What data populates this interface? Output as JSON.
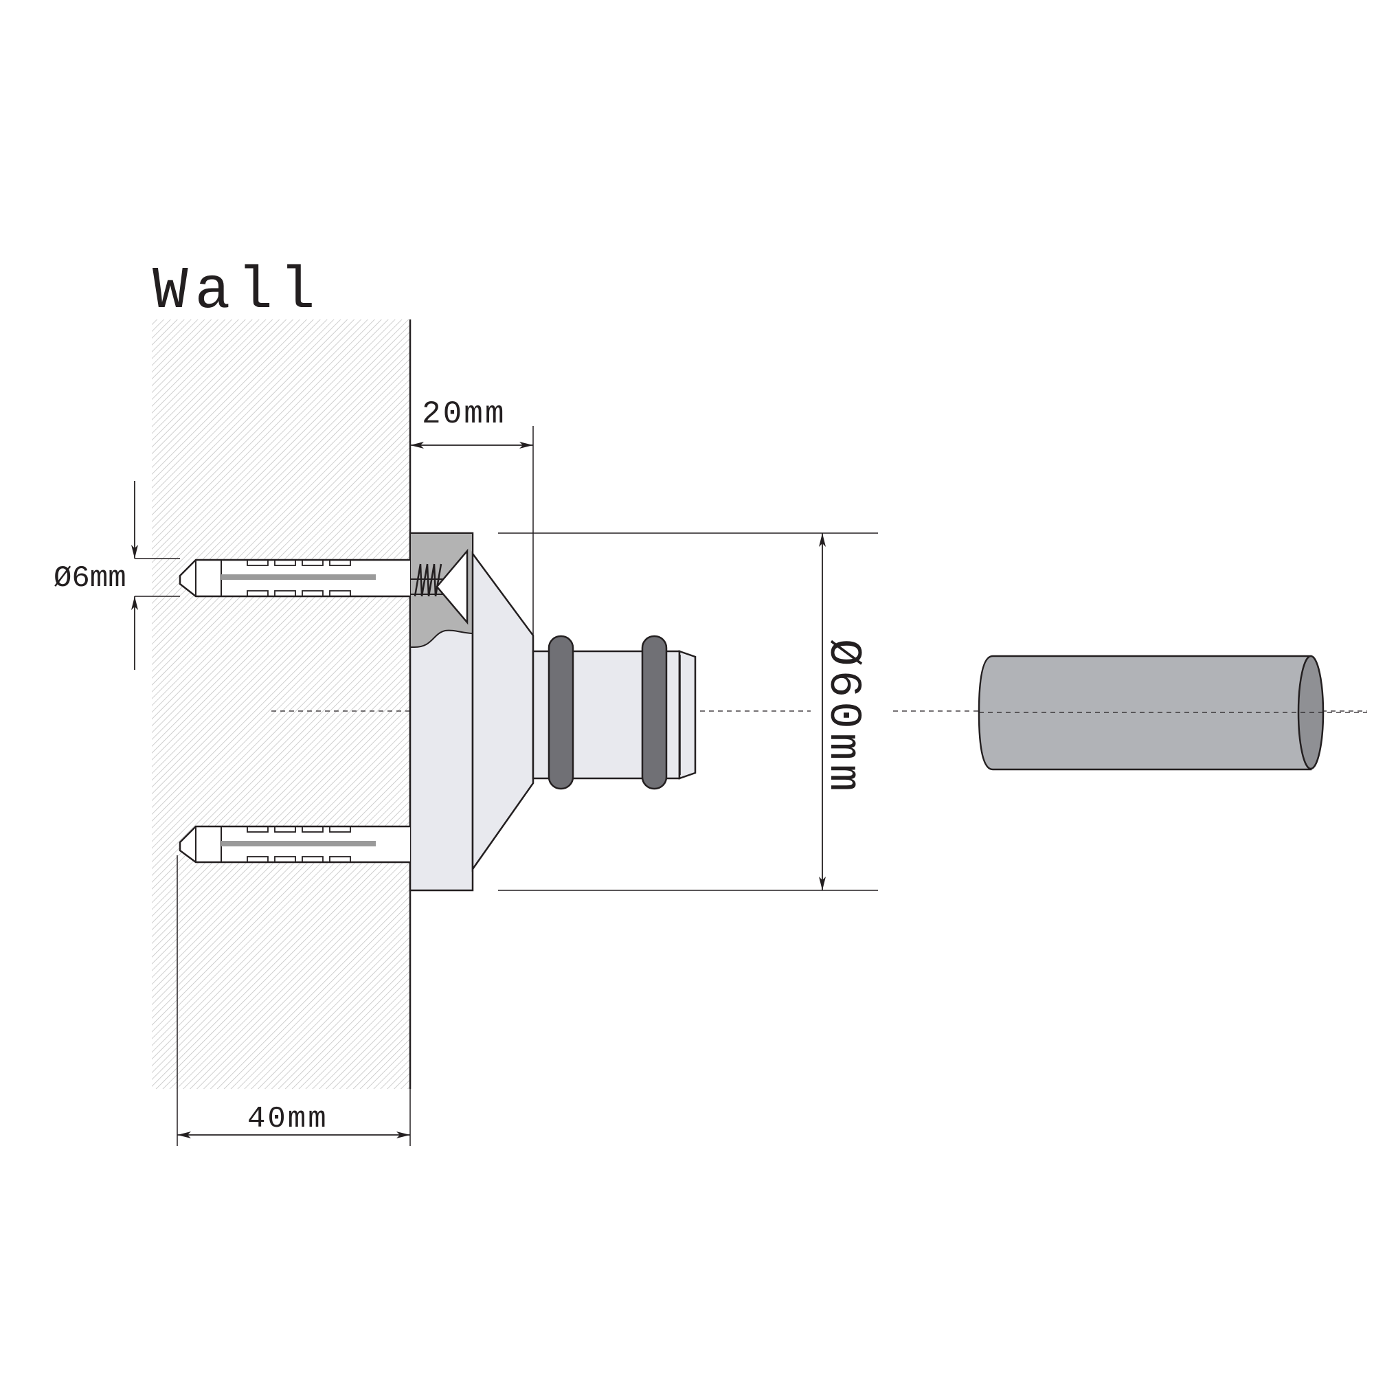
{
  "labels": {
    "wall": "Wall",
    "offset": "20mm",
    "anchor_diameter": "Ø6mm",
    "anchor_depth": "40mm",
    "mount_diameter": "Ø60mm"
  },
  "colors": {
    "line": "#231f20",
    "wall_hatch": "#c9c9c9",
    "base_fill": "#e8e9ee",
    "base_top_fill": "#b3b3b3",
    "oring": "#707075",
    "bar_fill": "#b1b3b7",
    "bar_end": "#8f9094"
  }
}
